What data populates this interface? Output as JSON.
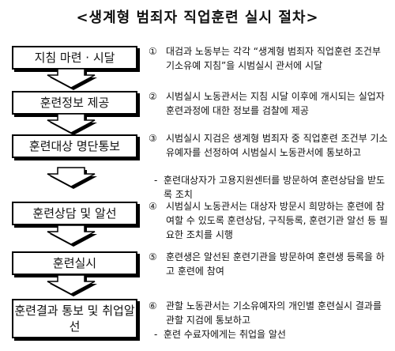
{
  "title": "<생계형 범죄자 직업훈련 실시 절차>",
  "steps": [
    {
      "label": "지침 마련 · 시달",
      "num": "①",
      "desc": "대검과 노동부는 각각 “생계형 범죄자 직업훈련 조건부 기소유예 지침”을 시범실시 관서에 시달"
    },
    {
      "label": "훈련정보 제공",
      "num": "②",
      "desc": "시범실시 노동관서는 지침 시달 이후에 개시되는 실업자 훈련과정에 대한 정보를 검찰에 제공"
    },
    {
      "label": "훈련대상 명단통보",
      "num": "③",
      "desc": "시범실시 지검은 생계형 범죄자 중 직업훈련 조건부 기소유예자를 선정하여 시범실시 노동관서에 통보하고",
      "note": "훈련대상자가 고용지원센터를 방문하여 훈련상담을 받도록 조치"
    },
    {
      "label": "훈련상담 및 알선",
      "num": "④",
      "desc": "시범실시 노동관서는 대상자 방문시 희망하는 훈련에 참여할 수 있도록 훈련상담, 구직등록, 훈련기관 알선 등 필요한 조치를 시행"
    },
    {
      "label": "훈련실시",
      "num": "⑤",
      "desc": "훈련생은 알선된 훈련기관을 방문하여 훈련생 등록을 하고 훈련에 참여"
    },
    {
      "label": "훈련결과 통보 및 취업알선",
      "num": "⑥",
      "desc": "관할 노동관서는 기소유예자의 개인별 훈련실시 결과를 관할 지검에 통보하고",
      "note": "훈련 수료자에게는 취업을 알선"
    }
  ],
  "note_bullet": "-"
}
